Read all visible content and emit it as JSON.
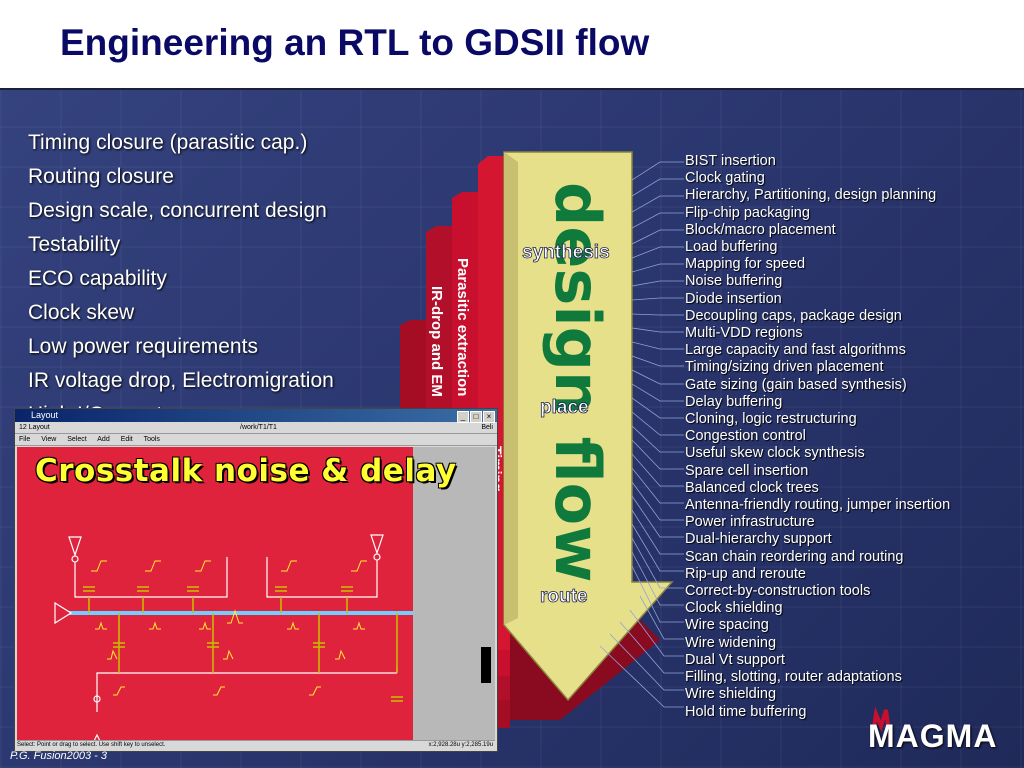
{
  "title": "Engineering an RTL to GDSII flow",
  "bullets": [
    "Timing closure (parasitic cap.)",
    "Routing closure",
    "Design scale, concurrent design",
    "Testability",
    "ECO capability",
    "Clock skew",
    "Low power requirements",
    "IR voltage drop, Electromigration",
    "High I/O count"
  ],
  "flow": {
    "arrow_label": "design flow",
    "stages": [
      "synthesis",
      "place",
      "route"
    ],
    "layers": [
      "Parasitic extraction",
      "IR-drop and EM",
      "Timing"
    ]
  },
  "features": [
    "BIST insertion",
    "Clock gating",
    "Hierarchy, Partitioning, design planning",
    "Flip-chip packaging",
    "Block/macro placement",
    "Load buffering",
    "Mapping for speed",
    "Noise buffering",
    "Diode insertion",
    "Decoupling caps, package design",
    "Multi-VDD regions",
    "Large capacity and fast algorithms",
    "Timing/sizing driven placement",
    "Gate sizing (gain based synthesis)",
    "Delay buffering",
    "Cloning, logic restructuring",
    "Congestion control",
    "Useful skew clock synthesis",
    "Spare cell insertion",
    "Balanced clock trees",
    "Antenna-friendly routing, jumper insertion",
    "Power infrastructure",
    "Dual-hierarchy support",
    "Scan chain reordering and routing",
    "Rip-up and reroute",
    "Correct-by-construction tools",
    "Clock shielding",
    "Wire spacing",
    "Wire widening",
    "Dual Vt support",
    "Filling, slotting, router adaptations",
    "Wire shielding",
    "Hold time buffering"
  ],
  "layout_window": {
    "title": "Layout",
    "sub_id": "12  Layout",
    "path": "/work/T1/T1",
    "user": "Beli",
    "menu": [
      "File",
      "View",
      "Select",
      "Add",
      "Edit",
      "Tools"
    ],
    "overlay_text": "Crosstalk noise & delay",
    "status": "Select: Point or drag to select. Use shift key to unselect.",
    "coords": "x:2,928.28u y:2,285.19u"
  },
  "footer": "P.G. Fusion2003 -  3",
  "logo": "MAGMA",
  "colors": {
    "background": "#2a3770",
    "title": "#0a0a66",
    "arrow": "#e6e08a",
    "arrow_label": "#0f7a3c",
    "layer_red": "#c8102e",
    "canvas": "#e0233c",
    "overlay_text": "#ffff33"
  }
}
